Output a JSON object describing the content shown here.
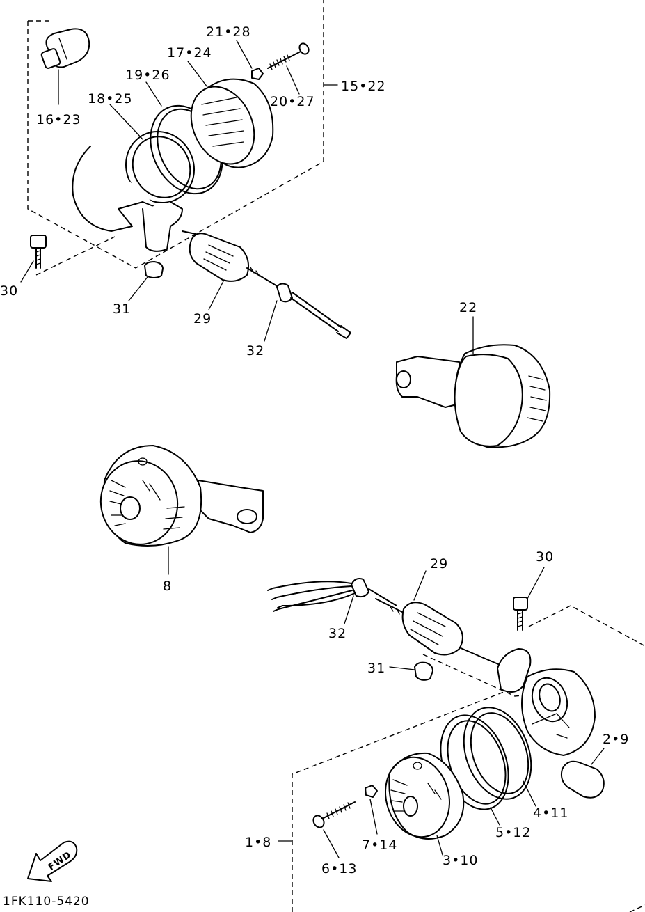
{
  "labels": {
    "top_bulb": "16•23",
    "top_lens_ring": "18•25",
    "top_gasket": "19•26",
    "top_lens": "17•24",
    "top_nut": "21•28",
    "top_screw": "20•27",
    "top_assembly": "15•22",
    "top_bolt": "30",
    "top_grommet": "31",
    "top_stay": "29",
    "top_cord_clamp": "32",
    "right_flasher": "22",
    "left_flasher": "8",
    "mid_stay": "29",
    "mid_bolt": "30",
    "mid_cord_clamp": "32",
    "mid_grommet": "31",
    "bottom_bulb": "2•9",
    "bottom_gasket": "4•11",
    "bottom_ring": "5•12",
    "bottom_assembly": "1•8",
    "bottom_nut": "7•14",
    "bottom_screw": "6•13",
    "bottom_lens": "3•10"
  },
  "front_arrow": "FWD",
  "diagram_code": "1FK110-5420"
}
